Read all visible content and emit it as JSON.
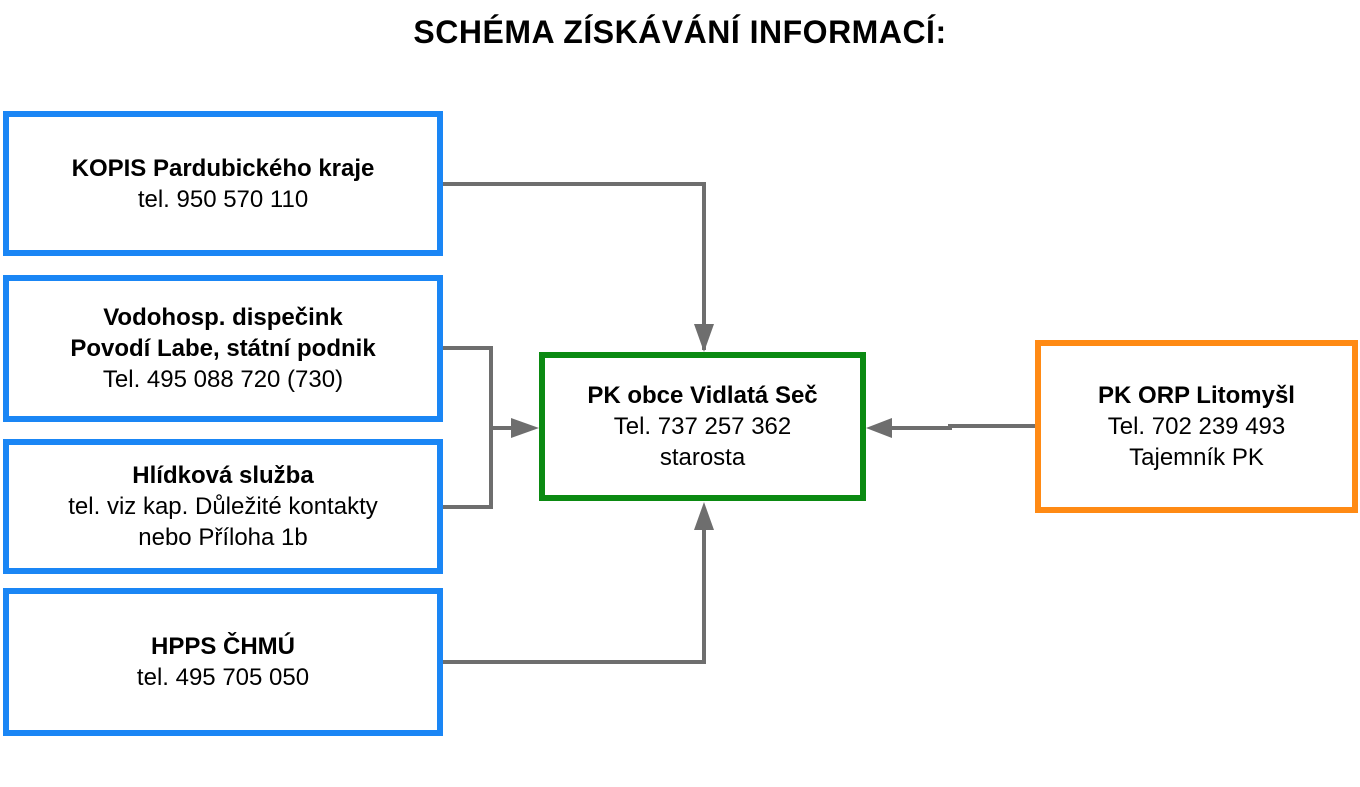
{
  "title": "SCHÉMA ZÍSKÁVÁNÍ INFORMACÍ:",
  "colors": {
    "source_border": "#1a86f5",
    "center_border": "#0b8a12",
    "right_border": "#ff8a14",
    "connector": "#6e6e6e"
  },
  "nodes": {
    "kopis": {
      "lines": [
        "KOPIS Pardubického kraje",
        "tel. 950 570 110"
      ]
    },
    "vodohosp": {
      "lines": [
        "Vodohosp. dispečink",
        "Povodí Labe, státní podnik",
        "Tel. 495 088 720 (730)"
      ]
    },
    "hlidkova": {
      "lines": [
        "Hlídková služba",
        "tel. viz kap. Důležité kontakty",
        "nebo Příloha 1b"
      ]
    },
    "hpps": {
      "lines": [
        "HPPS ČHMÚ",
        "tel. 495 705 050"
      ]
    },
    "center": {
      "lines": [
        "PK obce Vidlatá Seč",
        "Tel. 737 257 362",
        "starosta"
      ]
    },
    "orp": {
      "lines": [
        "PK ORP Litomyšl",
        "Tel. 702 239 493",
        "Tajemník PK"
      ]
    }
  },
  "edges": [
    {
      "from": "kopis",
      "to": "center"
    },
    {
      "from": "vodohosp",
      "to": "center"
    },
    {
      "from": "hlidkova",
      "to": "center"
    },
    {
      "from": "hpps",
      "to": "center"
    },
    {
      "from": "orp",
      "to": "center"
    }
  ]
}
